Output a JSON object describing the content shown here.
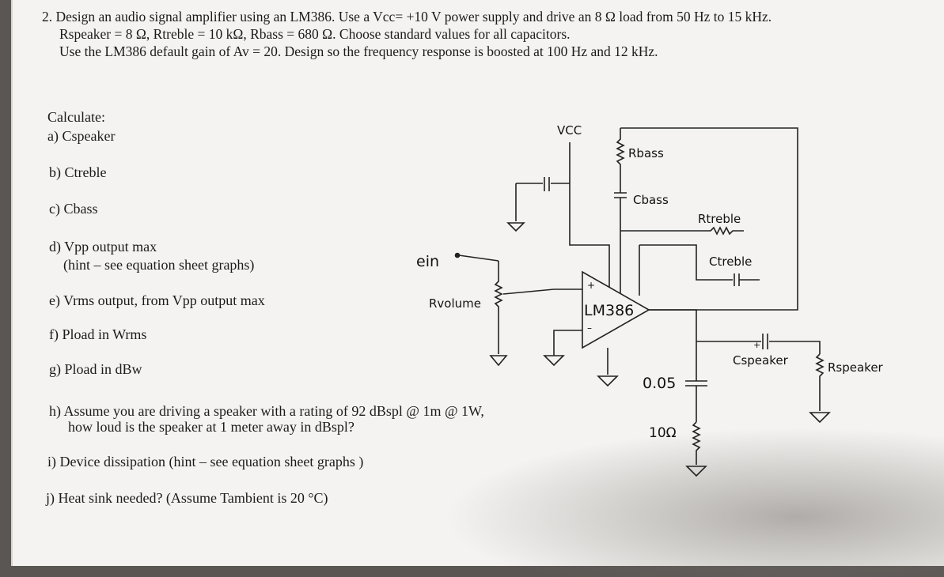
{
  "problem": {
    "line1": "2. Design an audio signal amplifier using an LM386. Use a Vcc= +10 V power supply and drive an 8 Ω load from 50 Hz to 15 kHz.",
    "line2": "Rspeaker = 8 Ω, Rtreble = 10 kΩ, Rbass = 680 Ω. Choose standard values for all capacitors.",
    "line3": "Use the LM386 default gain of Av = 20. Design so the frequency response is boosted at 100 Hz and 12 kHz."
  },
  "calculate": {
    "heading": "Calculate:",
    "a": "a) Cspeaker",
    "b": "b) Ctreble",
    "c": "c) Cbass",
    "d": "d) Vpp output max",
    "d_hint": "(hint – see equation sheet graphs)",
    "e": "e) Vrms output, from Vpp output max",
    "f": "f) Pload in Wrms",
    "g": "g) Pload in dBw",
    "h": "h) Assume you are driving a speaker with a rating of 92 dBspl @ 1m @ 1W,",
    "h2": "how loud is the speaker at 1 meter away in dBspl?",
    "i": "i) Device dissipation (hint – see equation sheet graphs )",
    "j": "j) Heat sink needed? (Assume Tambient is 20 °C)"
  },
  "circuit": {
    "vcc": "VCC",
    "rbass": "Rbass",
    "cbass": "Cbass",
    "rtreble": "Rtreble",
    "ctreble": "Ctreble",
    "ein": "ein",
    "rvolume": "Rvolume",
    "chip": "LM386",
    "plus": "+",
    "minus": "–",
    "cap_zobel": "0.05",
    "res_zobel": "10Ω",
    "cspeaker": "Cspeaker",
    "cspeaker_plus": "+",
    "rspeaker": "Rspeaker"
  }
}
